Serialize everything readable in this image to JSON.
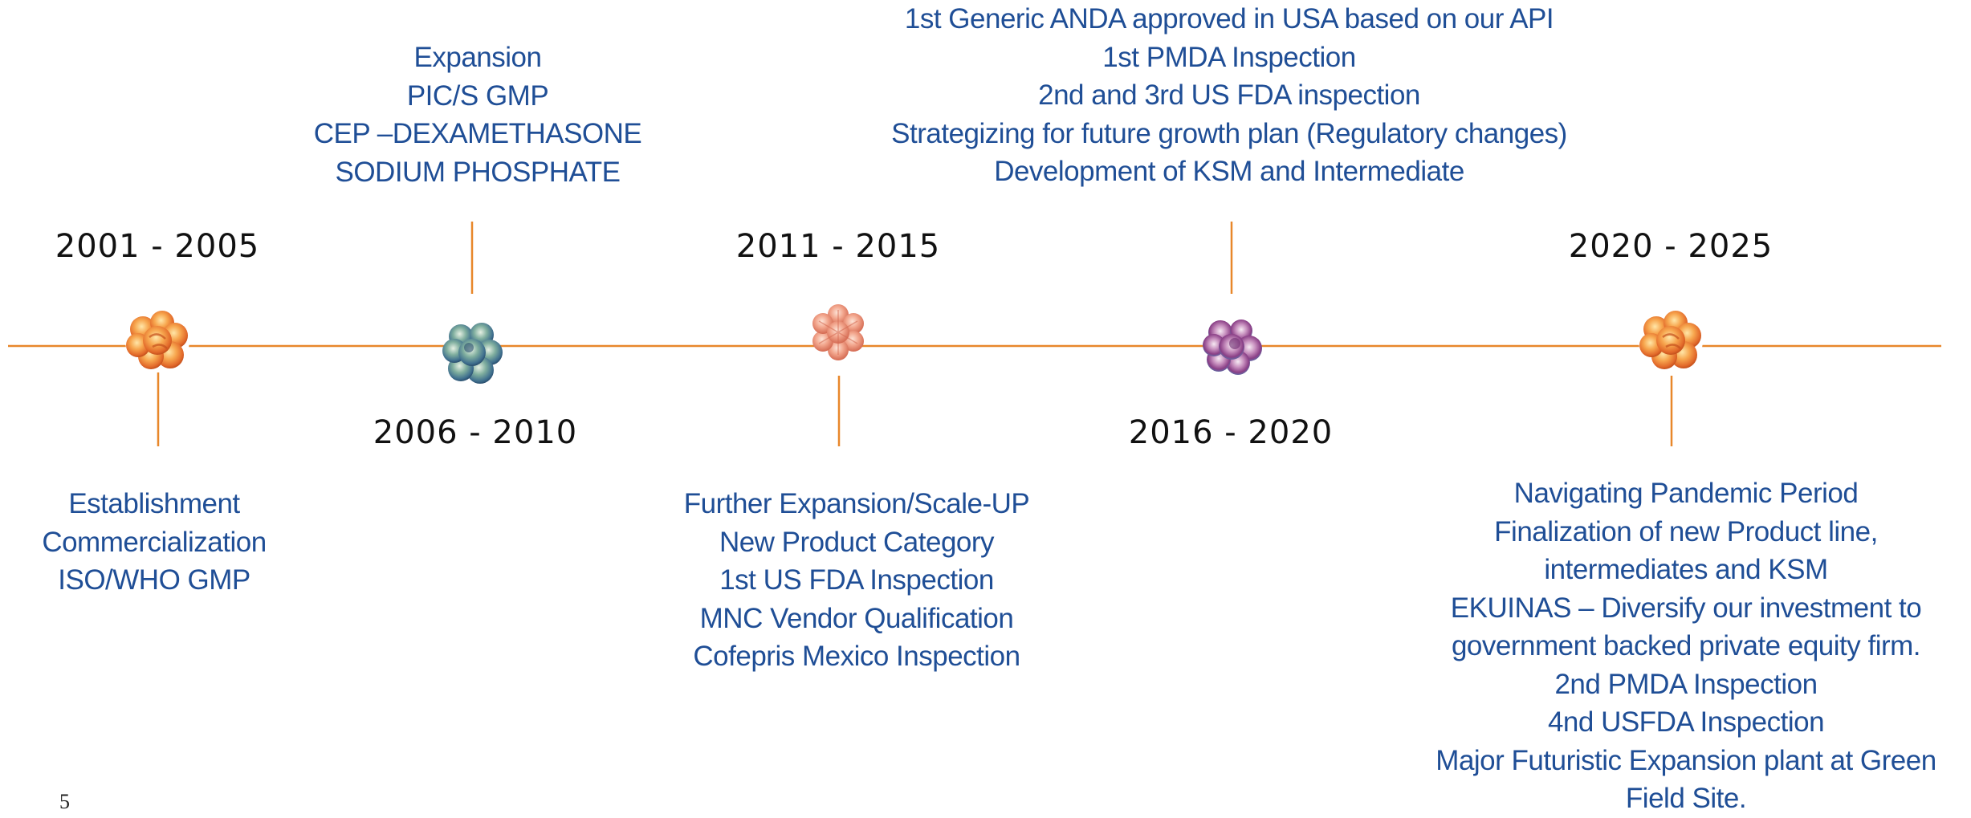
{
  "colors": {
    "line": "#e8872a",
    "event_text": "#1f4e96",
    "period_text": "#111111"
  },
  "milestones": [
    {
      "period": "2001 - 2005",
      "marker_icon": "orange-coral-flower-icon",
      "events": [
        "Establishment",
        "Commercialization",
        "ISO/WHO GMP"
      ]
    },
    {
      "period": "2006 - 2010",
      "marker_icon": "teal-blob-flower-icon",
      "events": [
        "Expansion",
        "PIC/S GMP",
        "CEP –DEXAMETHASONE",
        "SODIUM PHOSPHATE"
      ]
    },
    {
      "period": "2011 - 2015",
      "marker_icon": "pink-petal-flower-icon",
      "events": [
        "Further Expansion/Scale-UP",
        "New Product Category",
        "1st US FDA Inspection",
        "MNC Vendor Qualification",
        "Cofepris Mexico Inspection"
      ]
    },
    {
      "period": "2016 - 2020",
      "marker_icon": "purple-blob-flower-icon",
      "events": [
        "1st Generic ANDA approved in USA based on our API",
        "1st PMDA Inspection",
        "2nd and 3rd  US FDA inspection",
        "Strategizing for future growth plan (Regulatory changes)",
        "Development of KSM and Intermediate"
      ]
    },
    {
      "period": "2020 - 2025",
      "marker_icon": "orange-coral-flower-icon",
      "events": [
        "Navigating Pandemic Period",
        "Finalization of new Product line,",
        "intermediates and KSM",
        "EKUINAS – Diversify our investment to",
        "government backed private equity firm.",
        "2nd PMDA Inspection",
        "4nd USFDA Inspection",
        "Major Futuristic Expansion plant at Green",
        "Field Site."
      ]
    }
  ],
  "page_number": "5"
}
